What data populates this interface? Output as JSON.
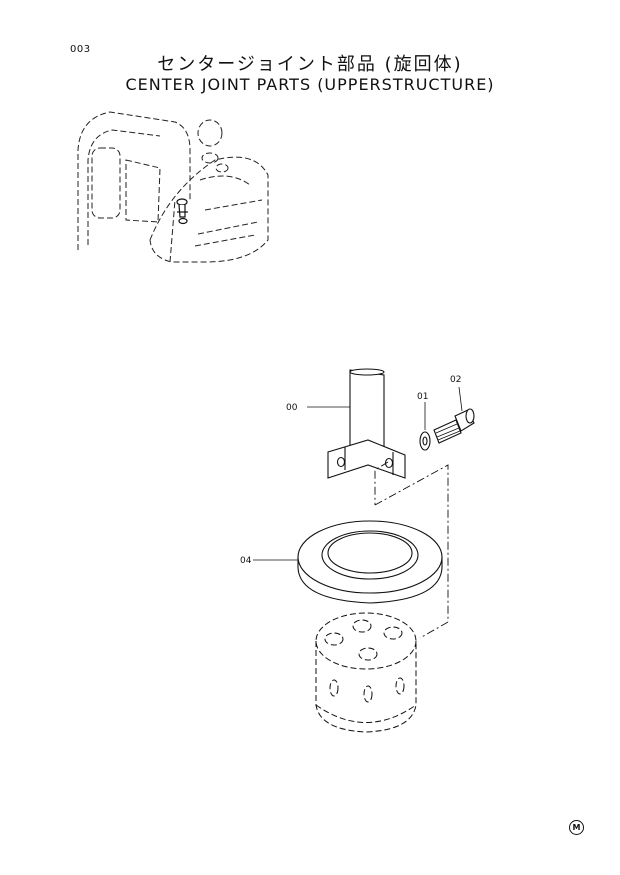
{
  "header": {
    "page_number": "003",
    "title_jp": "センタージョイント部品 (旋回体)",
    "title_en": "CENTER JOINT PARTS (UPPERSTRUCTURE)"
  },
  "callouts": {
    "p00": "00",
    "p01": "01",
    "p02": "02",
    "p04": "04"
  },
  "footer": {
    "mark": "M"
  }
}
